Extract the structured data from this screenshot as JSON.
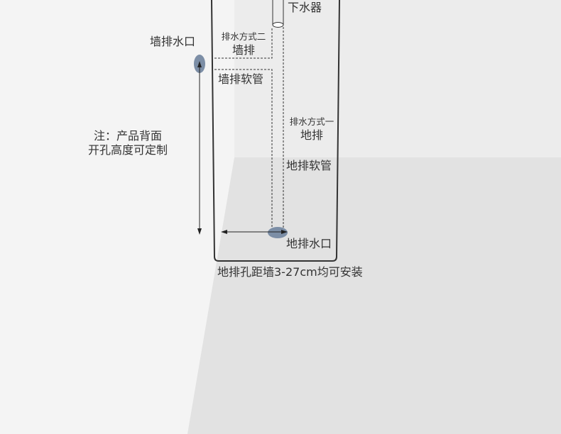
{
  "labels": {
    "drain_fitting": "下水器",
    "method_two_title": "排水方式二",
    "method_two_name": "墙排",
    "wall_hose": "墙排软管",
    "method_one_title": "排水方式一",
    "method_one_name": "地排",
    "floor_hose": "地排软管",
    "wall_outlet": "墙排水口",
    "floor_outlet": "地排水口",
    "note_line1": "注：产品背面",
    "note_line2": "开孔高度可定制",
    "distance_note": "地排孔距墙3-27cm均可安装"
  },
  "colors": {
    "wall_back": "#f4f4f4",
    "wall_side": "#ececec",
    "floor": "#e2e2e2",
    "outline": "#333333",
    "outlet_blue": "#7c8ea6"
  }
}
